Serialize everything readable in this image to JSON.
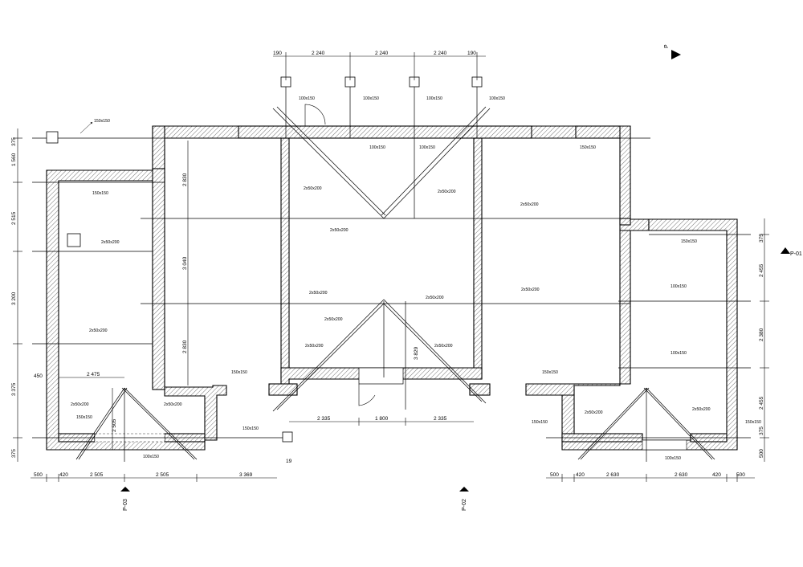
{
  "dimensions": {
    "top": [
      "190",
      "2 240",
      "2 240",
      "2 240",
      "190"
    ],
    "left": [
      "375",
      "1 560",
      "2 515",
      "3 200",
      "3 375",
      "375"
    ],
    "left_extra": "450",
    "right": [
      "375",
      "2 455",
      "2 380",
      "2 455",
      "375",
      "500"
    ],
    "bottom_left": [
      "500",
      "420",
      "2 505",
      "2 505",
      "3 369"
    ],
    "bottom_right": [
      "500",
      "420",
      "2 630",
      "2 630",
      "420",
      "500"
    ],
    "middle_bottom": [
      "2 335",
      "1 800",
      "2 335"
    ],
    "room_left_inner": "2 475",
    "room_left_vertical": "2 505",
    "vertical_inner": [
      "2 830",
      "3 040",
      "2 830"
    ],
    "vertical_center": "3 829",
    "tick_19": "19"
  },
  "labels": {
    "post_150": "150x150",
    "post_100": "100x150",
    "beam_2x50": "2x50x200",
    "beam_100": "100x150"
  },
  "sections": {
    "top_right": "P",
    "right": "P-01",
    "bottom_left": "P-03",
    "bottom_mid": "P-02"
  }
}
